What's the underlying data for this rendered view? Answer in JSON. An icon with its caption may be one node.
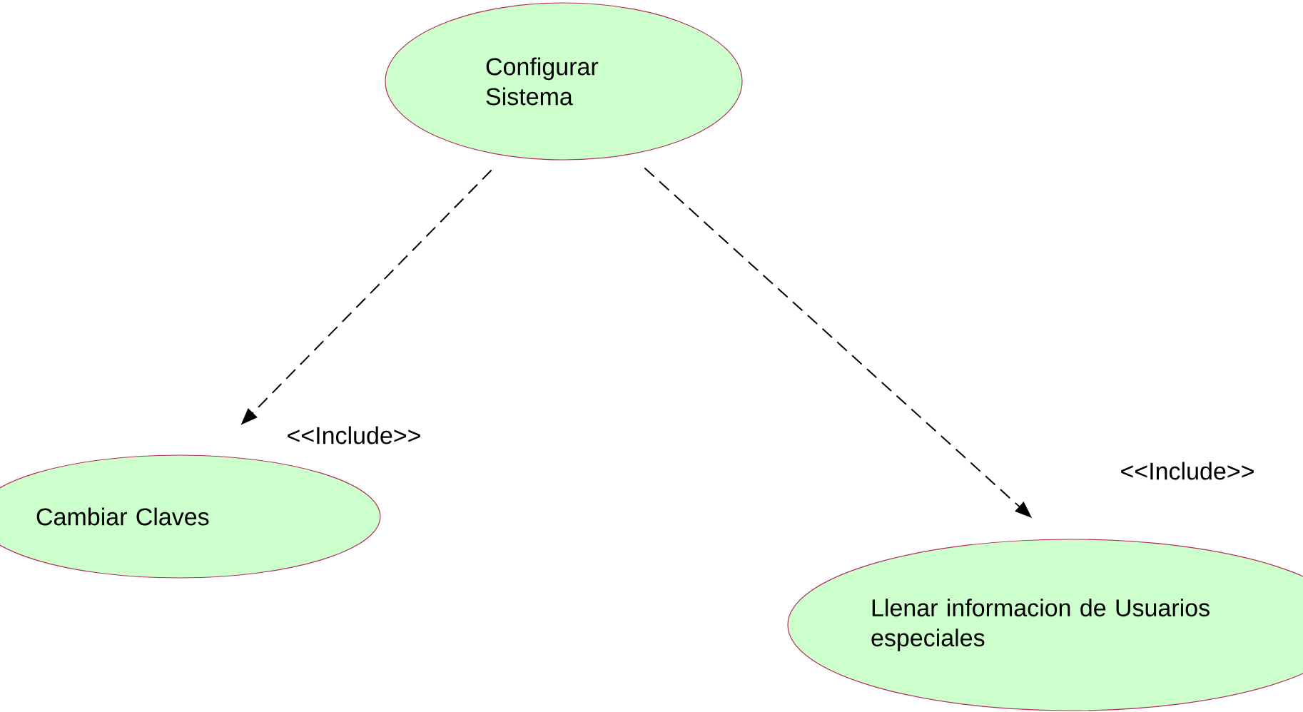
{
  "diagram": {
    "nodes": [
      {
        "text": [
          "Configurar Sistema"
        ]
      },
      {
        "text": [
          "Cambiar Claves"
        ]
      },
      {
        "text": [
          "Llenar informacion de Usuarios especiales"
        ]
      }
    ],
    "edges": [
      {
        "from": 0,
        "to": 1,
        "arrow": "to",
        "style": "dashed",
        "label": "<<Include>>"
      },
      {
        "from": 0,
        "to": 2,
        "arrow": "to",
        "style": "dashed",
        "label": "<<Include>>"
      }
    ]
  }
}
